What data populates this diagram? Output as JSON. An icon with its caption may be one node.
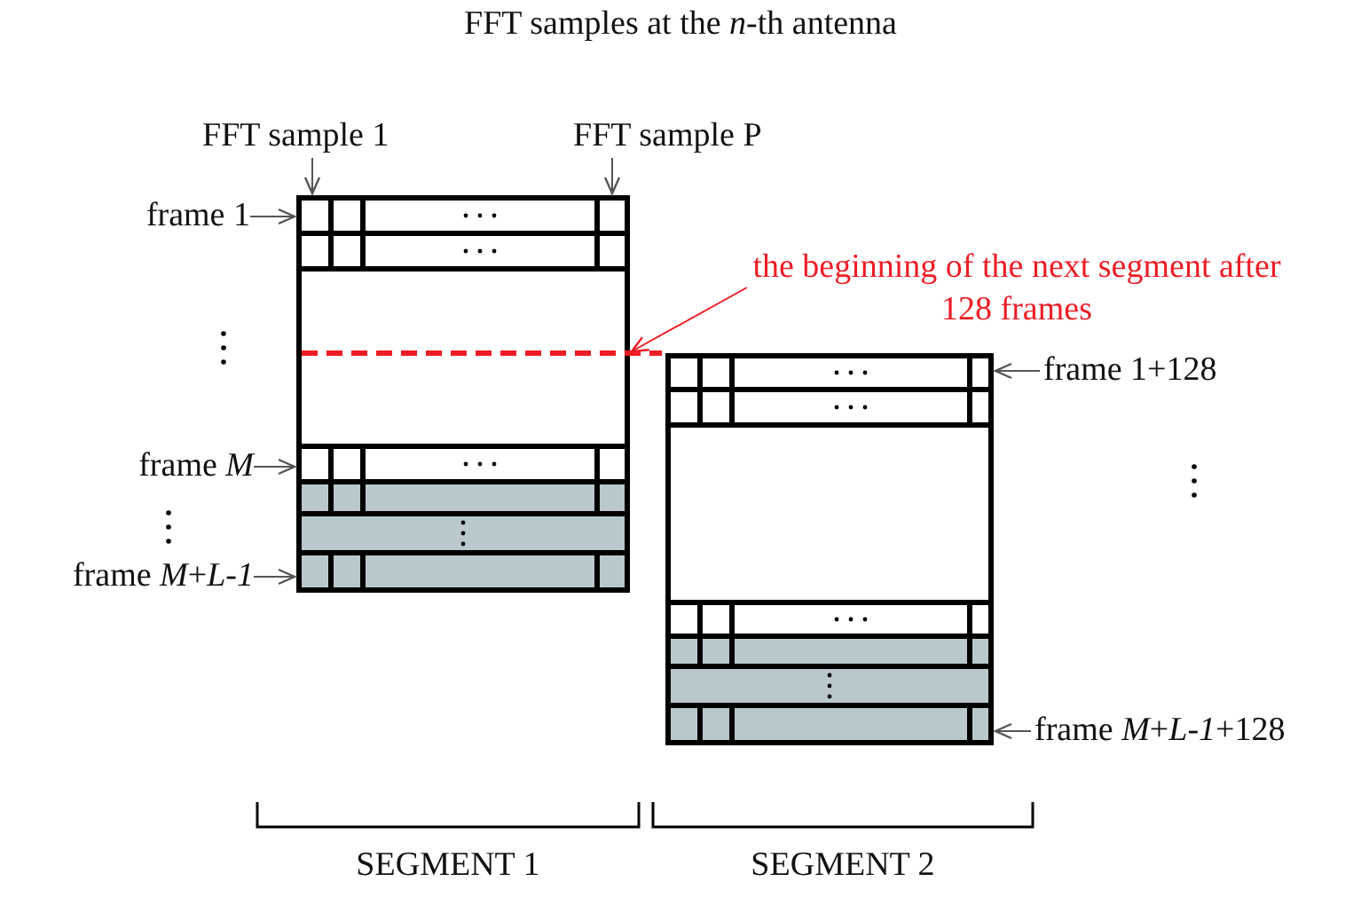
{
  "diagram": {
    "title": "FFT samples at the *n*-th antenna",
    "nodes": [
      {
        "text": [
          "FFT sample 1"
        ]
      },
      {
        "text": [
          "FFT sample P"
        ]
      },
      {
        "text": [
          "frame 1"
        ]
      },
      {
        "text": [
          "frame *M*"
        ]
      },
      {
        "text": [
          "frame *M*+*L*-*1*"
        ]
      },
      {
        "text": [
          "the beginning of the next segment after 128 frames"
        ]
      },
      {
        "text": [
          "frame 1+128"
        ]
      },
      {
        "text": [
          "frame *M*+*L*-*1*+128"
        ]
      },
      {
        "text": [],
        "shape": "box"
      },
      {
        "text": [],
        "shape": "bar",
        "in": 8
      },
      {
        "text": [],
        "shape": "bar",
        "in": 8
      },
      {
        "text": [],
        "shape": "bar",
        "in": 8
      },
      {
        "text": [],
        "shape": "box"
      },
      {
        "text": [],
        "shape": "bar",
        "in": 12
      },
      {
        "text": [],
        "shape": "bar",
        "in": 12
      }
    ],
    "edges": [
      {
        "from": 0,
        "to": 9,
        "arrow": "to"
      },
      {
        "from": 1,
        "to": 9,
        "arrow": "to"
      },
      {
        "from": 2,
        "to": 9,
        "arrow": "to"
      },
      {
        "from": 3,
        "to": 10,
        "arrow": "to"
      },
      {
        "from": 4,
        "to": 11,
        "arrow": "to"
      },
      {
        "from": 5,
        "to": 8,
        "arrow": "to",
        "color": "#ee1c25"
      },
      {
        "from": 6,
        "to": 13,
        "arrow": "to"
      },
      {
        "from": 7,
        "to": 14,
        "arrow": "to"
      }
    ],
    "labels": [
      "SEGMENT 1",
      "SEGMENT 2"
    ]
  }
}
